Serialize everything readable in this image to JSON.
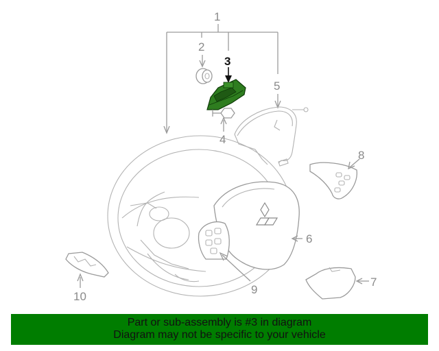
{
  "diagram": {
    "callouts": {
      "c1": "1",
      "c2": "2",
      "c3": "3",
      "c4": "4",
      "c5": "5",
      "c6": "6",
      "c7": "7",
      "c8": "8",
      "c9": "9",
      "c10": "10"
    },
    "highlight_part": "3",
    "highlight_color": "#2e7d1f",
    "line_color": "#9a9a9a"
  },
  "banner": {
    "line1": "Part or sub-assembly is #3 in diagram",
    "line2": "Diagram may not be specific to your vehicle",
    "background": "#007d00"
  }
}
